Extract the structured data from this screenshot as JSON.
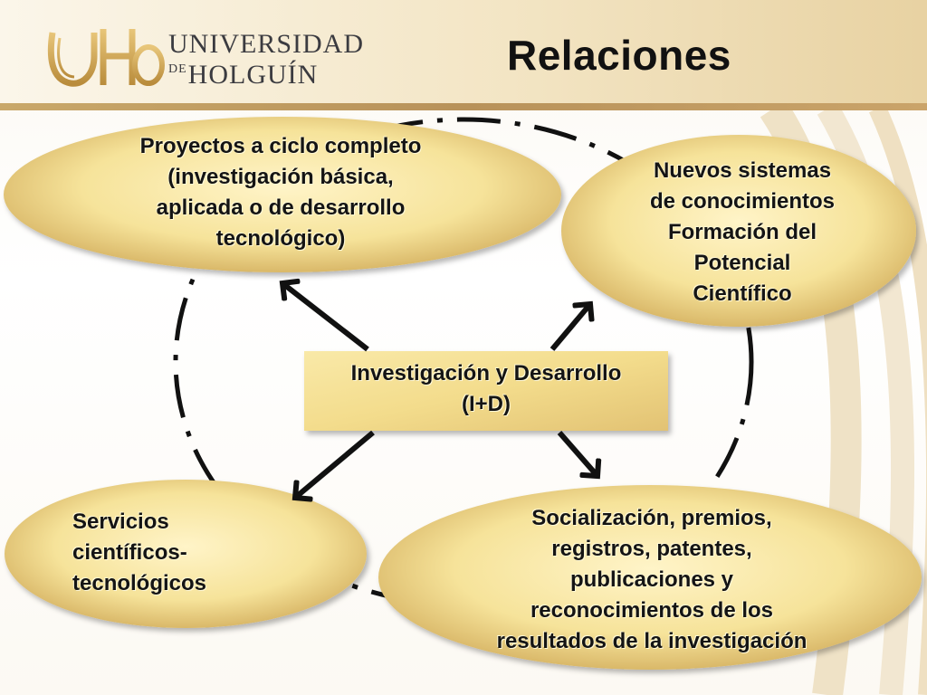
{
  "header": {
    "title": "Relaciones",
    "logo": {
      "mark": "UHo",
      "line1": "UNIVERSIDAD",
      "line2_de": "DE",
      "line2": "HOLGUÍN"
    }
  },
  "diagram": {
    "center": {
      "label": "Investigación y Desarrollo\n(I+D)"
    },
    "nodes": [
      {
        "id": "proyectos",
        "label": "Proyectos a ciclo completo\n     (investigación básica,\naplicada o de desarrollo\ntecnológico)"
      },
      {
        "id": "sistemas",
        "label": "Nuevos sistemas\nde conocimientos\nFormación del\nPotencial\n      Científico"
      },
      {
        "id": "servicios",
        "label": "Servicios\n      científicos-\ntecnológicos"
      },
      {
        "id": "socializacion",
        "label": "Socialización, premios,\nregistros, patentes,\npublicaciones y\nreconocimientos de los\nresultados de la investigación"
      }
    ]
  },
  "colors": {
    "ellipse_light": "#fbefb4",
    "ellipse_dark": "#d4b060",
    "header_rule": "#c09a5e",
    "arrow": "#111111"
  }
}
